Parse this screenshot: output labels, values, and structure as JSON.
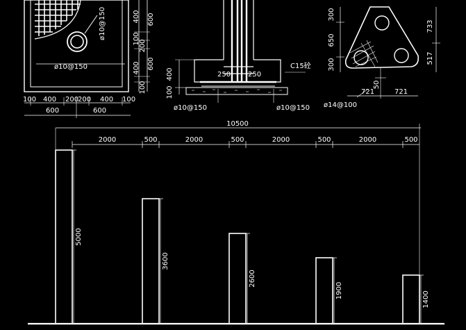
{
  "colors": {
    "background": "#000000",
    "lines": "#ffffff"
  },
  "footing_plan": {
    "bolt_circle_label": "ø10@150",
    "bottom_rebar_label": "ø10@150",
    "dims_vertical": [
      "400",
      "600",
      "100",
      "200",
      "600",
      "400",
      "100"
    ],
    "dims_horizontal_top": [
      "100",
      "400",
      "200",
      "200",
      "400",
      "100"
    ],
    "dims_horizontal_bottom": [
      "600",
      "600"
    ]
  },
  "footing_section": {
    "concrete_label": "C15砼",
    "left_width": "250",
    "right_width": "250",
    "height_dim": "400",
    "base_dim": "100",
    "left_rebar": "ø10@150",
    "right_rebar": "ø10@150"
  },
  "triangular_plate": {
    "rebar_label": "ø14@100",
    "left_dims": [
      "300",
      "650",
      "300"
    ],
    "right_dims": [
      "733",
      "517"
    ],
    "bottom_dims": [
      "721",
      "721"
    ],
    "small_dim": "50"
  },
  "elevation": {
    "total_width": "10500",
    "spacing_labels": [
      "2000",
      "500",
      "2000",
      "500",
      "2000",
      "500",
      "2000",
      "500"
    ],
    "columns": [
      {
        "height_label": "5000",
        "height_mm": 5000
      },
      {
        "height_label": "3600",
        "height_mm": 3600
      },
      {
        "height_label": "2600",
        "height_mm": 2600
      },
      {
        "height_label": "1900",
        "height_mm": 1900
      },
      {
        "height_label": "1400",
        "height_mm": 1400
      }
    ]
  }
}
